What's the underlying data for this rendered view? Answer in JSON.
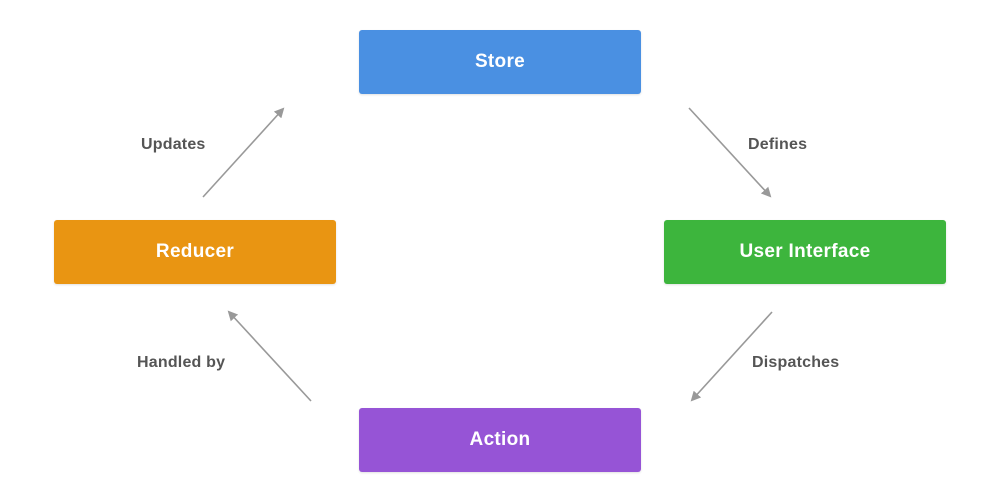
{
  "nodes": {
    "store": {
      "label": "Store",
      "color": "#4a90e2"
    },
    "ui": {
      "label": "User Interface",
      "color": "#3db53d"
    },
    "action": {
      "label": "Action",
      "color": "#9654d6"
    },
    "reducer": {
      "label": "Reducer",
      "color": "#e99512"
    }
  },
  "edges": {
    "defines": {
      "label": "Defines"
    },
    "dispatches": {
      "label": "Dispatches"
    },
    "handled_by": {
      "label": "Handled by"
    },
    "updates": {
      "label": "Updates"
    }
  },
  "arrow_color": "#999999"
}
